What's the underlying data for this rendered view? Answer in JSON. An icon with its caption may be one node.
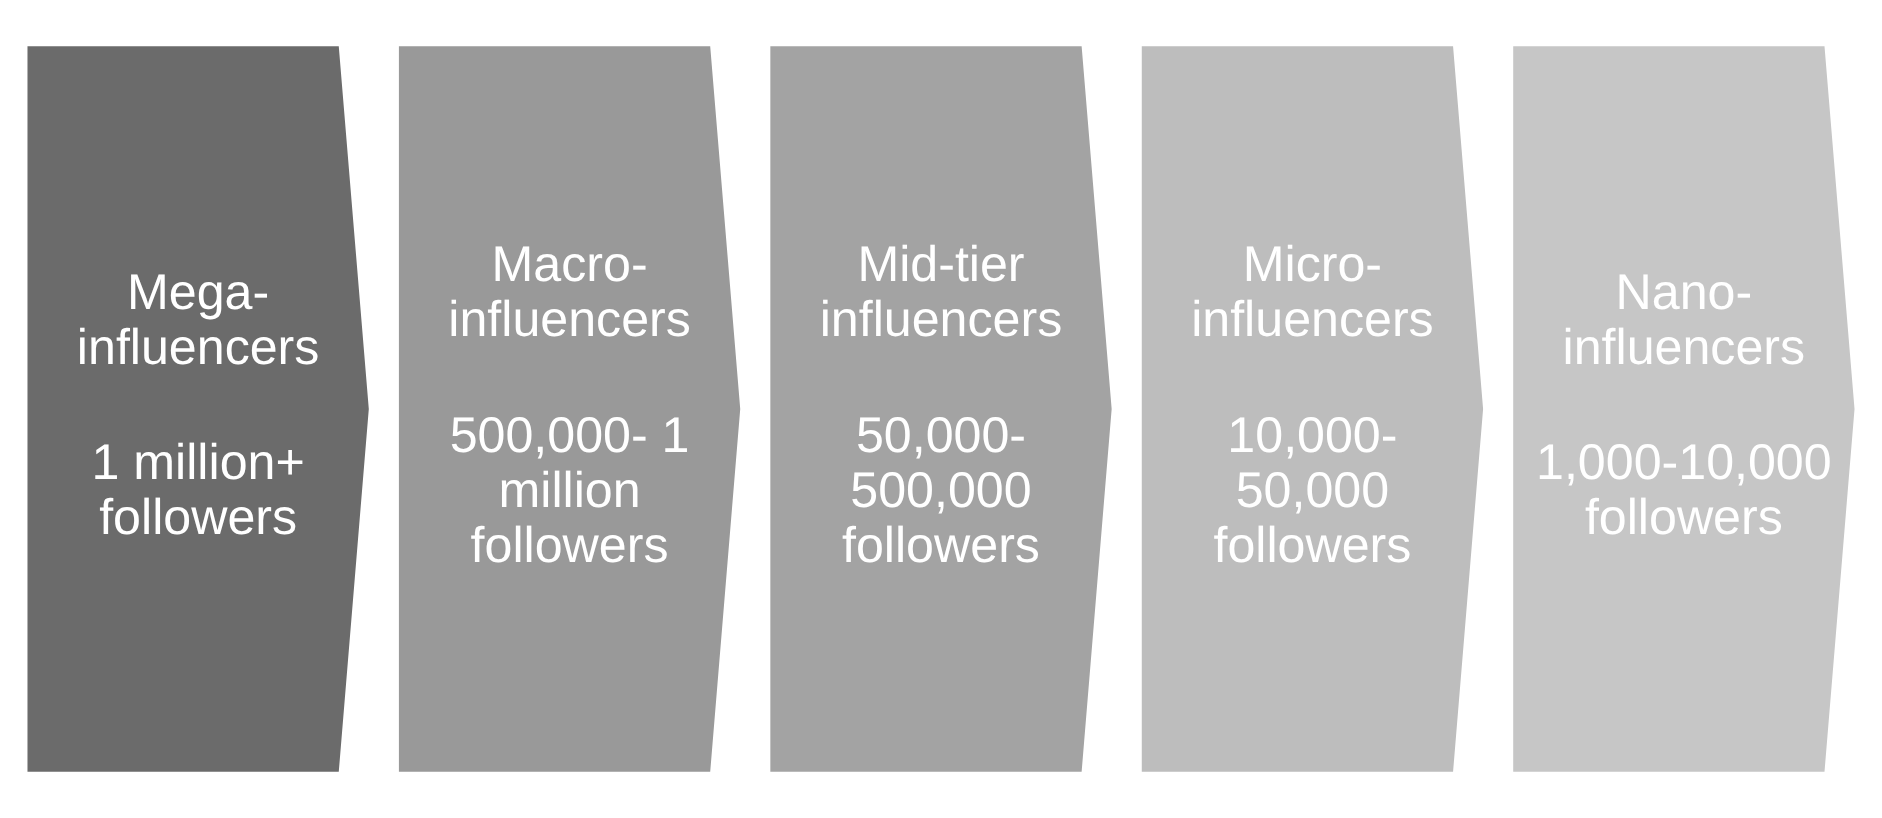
{
  "diagram": {
    "nodes": [
      {
        "text": [
          "Mega-influencers",
          "1 million+ followers"
        ]
      },
      {
        "text": [
          "Macro-influencers",
          "500,000- 1 million followers"
        ]
      },
      {
        "text": [
          "Mid-tier influencers",
          "50,000-500,000 followers"
        ]
      },
      {
        "text": [
          "Micro-influencers",
          "10,000-50,000 followers"
        ]
      },
      {
        "text": [
          "Nano-influencers",
          "1,000-10,000 followers"
        ]
      }
    ],
    "edges": []
  }
}
